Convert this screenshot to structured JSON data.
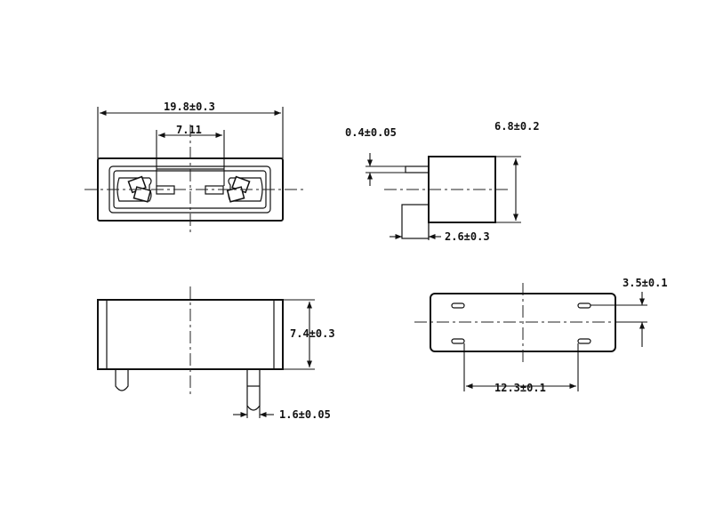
{
  "dimensions": {
    "overall_length": "19.8±0.3",
    "contact_spacing": "7.11",
    "pin_thickness": "0.4±0.05",
    "body_depth": "6.8±0.2",
    "pin_length": "2.6±0.3",
    "body_height": "7.4±0.3",
    "pin_diameter": "1.6±0.05",
    "slot_offset": "3.5±0.1",
    "slot_spacing": "12.3±0.1"
  }
}
